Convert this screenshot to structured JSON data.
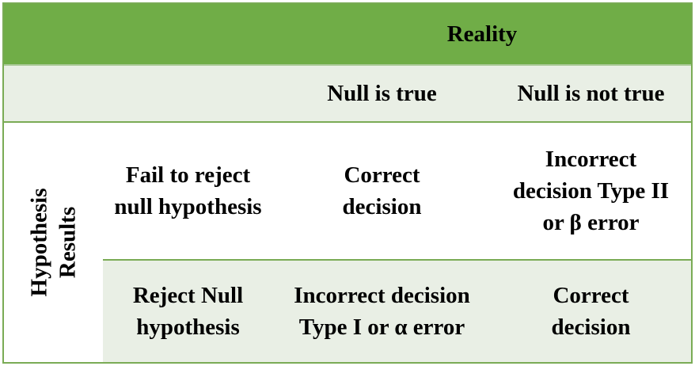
{
  "header": {
    "reality": "Reality",
    "null_true": "Null is true",
    "null_not_true": "Null is not true"
  },
  "row_group_label": "Hypothesis Results",
  "rows": [
    {
      "label": "Fail to reject null hypothesis",
      "null_true": "Correct decision",
      "null_not_true": "Incorrect decision Type II or β error"
    },
    {
      "label": "Reject Null hypothesis",
      "null_true": "Incorrect decision Type I or α error",
      "null_not_true": "Correct decision"
    }
  ],
  "colors": {
    "header_green": "#70ad47",
    "light_band": "#e9efe5",
    "border": "#7aab55"
  }
}
